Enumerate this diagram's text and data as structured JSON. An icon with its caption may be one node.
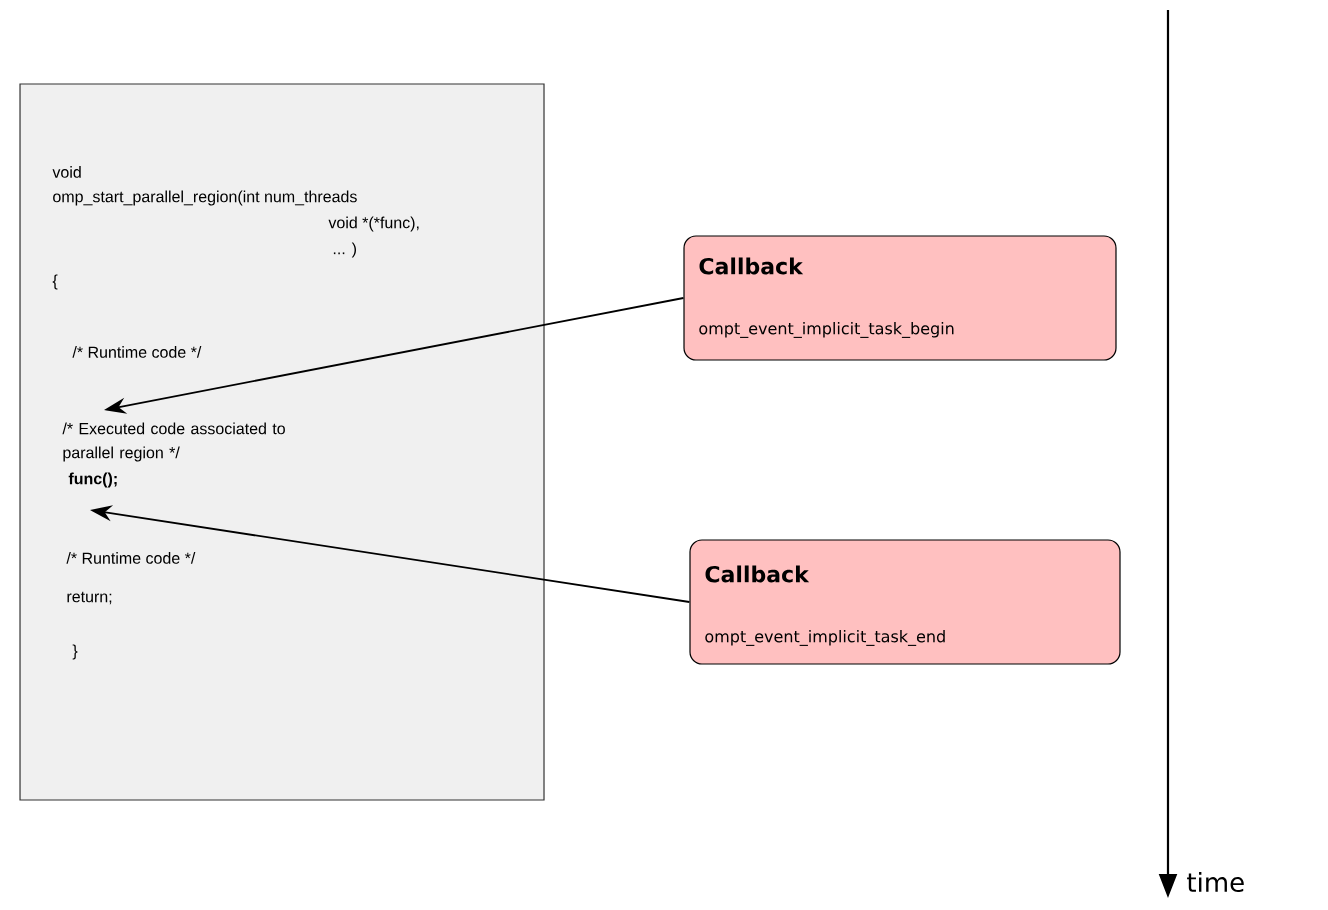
{
  "diagram": {
    "nodes": [
      {
        "text": [
          "void",
          "omp_start_parallel_region(int num_threads",
          "void *(*func),",
          "... )",
          "{",
          "/* Runtime code */",
          "/* Executed code associated to parallel region */",
          "func();",
          "/* Runtime code */",
          "return;",
          "}"
        ]
      },
      {
        "text": [
          "Callback",
          "ompt_event_implicit_task_begin"
        ]
      },
      {
        "text": [
          "Callback",
          "ompt_event_implicit_task_end"
        ]
      }
    ],
    "edges": [
      {
        "from": 1,
        "to": 0,
        "arrow": "to"
      },
      {
        "from": 2,
        "to": 0,
        "arrow": "to"
      }
    ],
    "labels": [
      "time"
    ]
  }
}
